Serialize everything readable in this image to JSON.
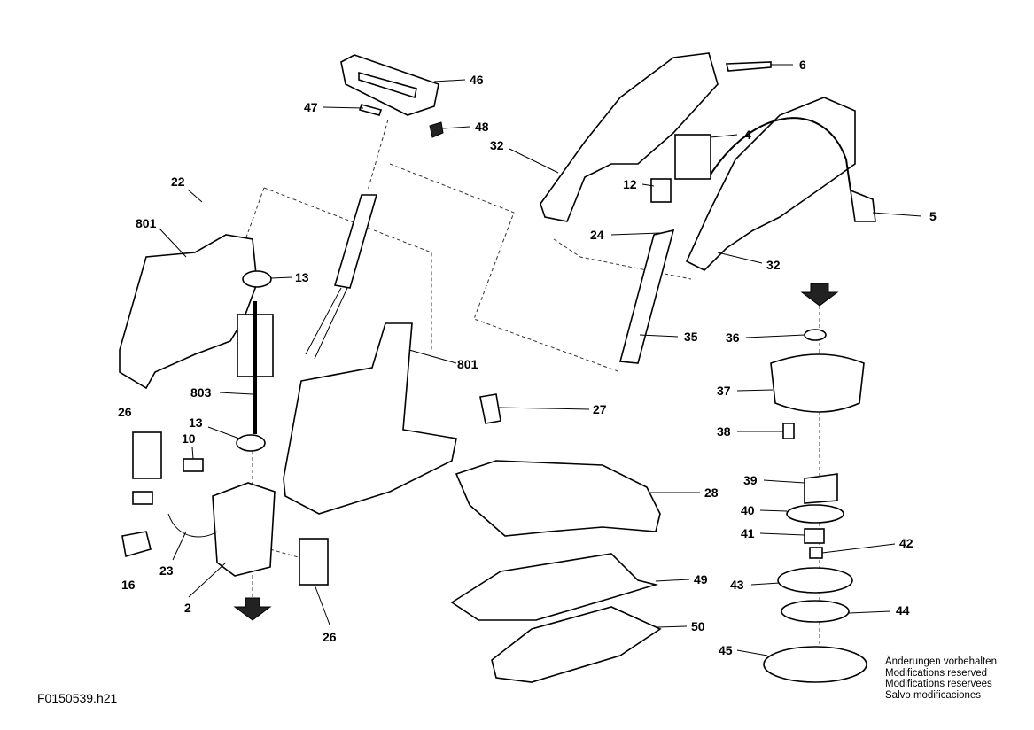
{
  "drawing_code": "F0150539.h21",
  "notes": [
    "Änderungen vorbehalten",
    "Modifications reserved",
    "Modifications reservees",
    "Salvo modificaciones"
  ],
  "parts": [
    {
      "label": "46"
    },
    {
      "label": "47"
    },
    {
      "label": "48"
    },
    {
      "label": "6"
    },
    {
      "label": "4"
    },
    {
      "label": "32"
    },
    {
      "label": "12"
    },
    {
      "label": "22"
    },
    {
      "label": "801"
    },
    {
      "label": "5"
    },
    {
      "label": "24"
    },
    {
      "label": "32"
    },
    {
      "label": "13"
    },
    {
      "label": "35"
    },
    {
      "label": "36"
    },
    {
      "label": "801"
    },
    {
      "label": "37"
    },
    {
      "label": "803"
    },
    {
      "label": "27"
    },
    {
      "label": "26"
    },
    {
      "label": "13"
    },
    {
      "label": "38"
    },
    {
      "label": "10"
    },
    {
      "label": "39"
    },
    {
      "label": "28"
    },
    {
      "label": "40"
    },
    {
      "label": "41"
    },
    {
      "label": "42"
    },
    {
      "label": "43"
    },
    {
      "label": "49"
    },
    {
      "label": "23"
    },
    {
      "label": "16"
    },
    {
      "label": "2"
    },
    {
      "label": "44"
    },
    {
      "label": "50"
    },
    {
      "label": "26"
    },
    {
      "label": "45"
    }
  ]
}
